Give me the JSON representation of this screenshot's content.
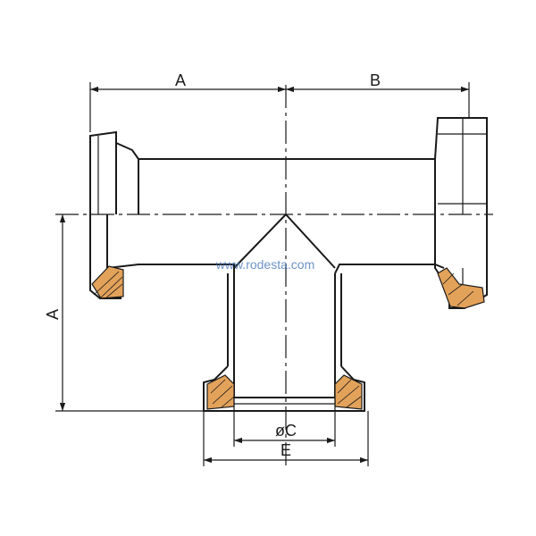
{
  "labels": {
    "dim_a_top": "A",
    "dim_b": "B",
    "dim_a_side": "A",
    "dim_c": "øC",
    "dim_e": "E"
  },
  "watermark": "www.rodesta.com",
  "colors": {
    "line": "#1a1a1a",
    "hatch": "#e3a25a",
    "watermark": "#3b6fb6",
    "background": "#ffffff"
  }
}
